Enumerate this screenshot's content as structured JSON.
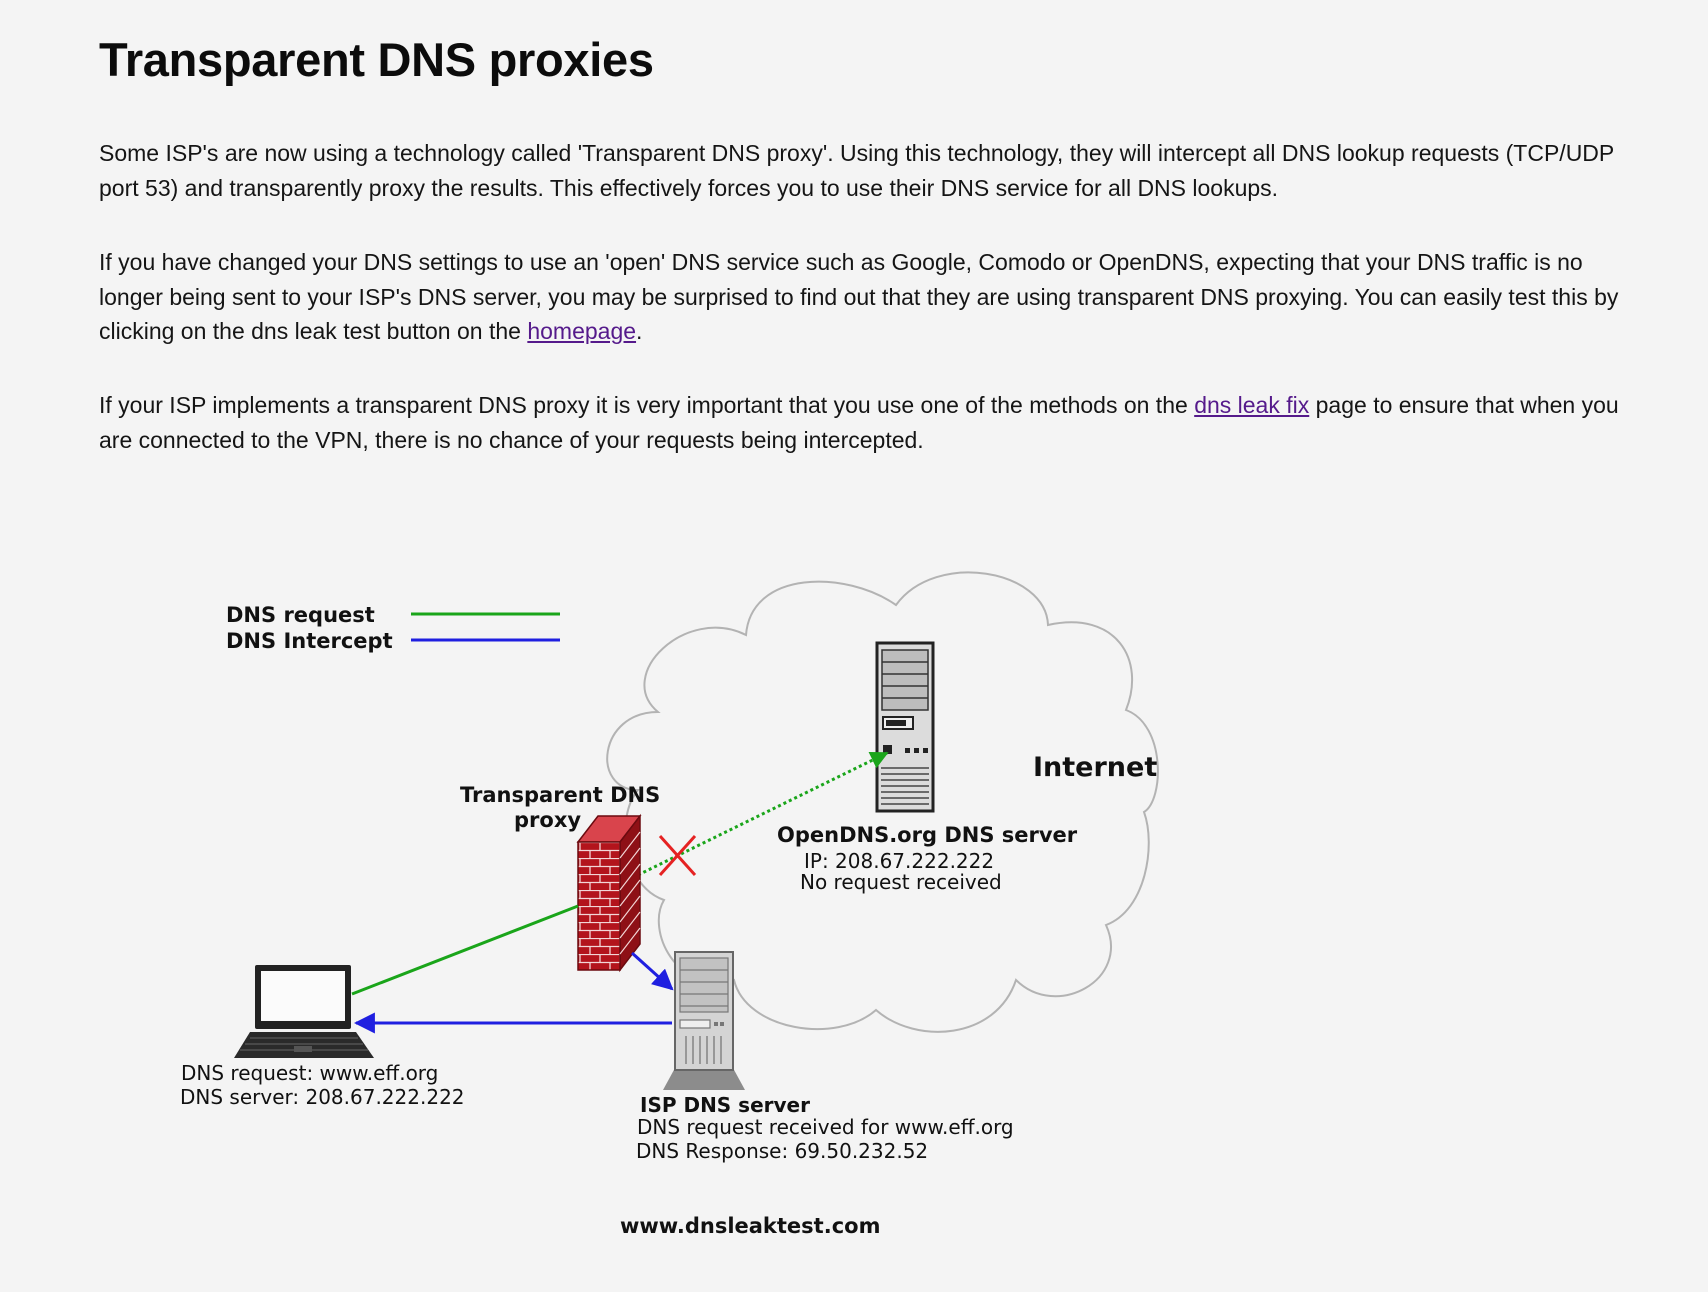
{
  "page": {
    "title": "Transparent DNS proxies",
    "paragraphs": [
      {
        "text": "Some ISP's are now using a technology called 'Transparent DNS proxy'. Using this technology, they will intercept all DNS lookup requests (TCP/UDP port 53) and transparently proxy the results. This effectively forces you to use their DNS service for all DNS lookups."
      },
      {
        "before": "If you have changed your DNS settings to use an 'open' DNS service such as Google, Comodo or OpenDNS, expecting that your DNS traffic is no longer being sent to your ISP's DNS server, you may be surprised to find out that they are using transparent DNS proxying. You can easily test this by clicking on the dns leak test button on the ",
        "link": "homepage",
        "after": "."
      },
      {
        "before": "If your ISP implements a transparent DNS proxy it is very important that you use one of the methods on the ",
        "link": "dns leak fix",
        "after": " page to ensure that when you are connected to the VPN, there is no chance of your requests being intercepted."
      }
    ]
  },
  "diagram": {
    "legend": {
      "request_label": "DNS request",
      "intercept_label": "DNS Intercept",
      "request_color": "#1aa51a",
      "intercept_color": "#1f1fe0"
    },
    "cloud_label": "Internet",
    "proxy_label_line1": "Transparent DNS",
    "proxy_label_line2": "proxy",
    "opendns": {
      "name": "OpenDNS.org DNS server",
      "ip": "IP: 208.67.222.222",
      "status": "No request received"
    },
    "client": {
      "request": "DNS request: www.eff.org",
      "server": "DNS server: 208.67.222.222"
    },
    "isp": {
      "name": "ISP DNS server",
      "received": "DNS request received for www.eff.org",
      "response": "DNS Response: 69.50.232.52"
    },
    "watermark": "www.dnsleaktest.com",
    "blocked_color": "#e52222",
    "brick_color": "#b3141c"
  }
}
